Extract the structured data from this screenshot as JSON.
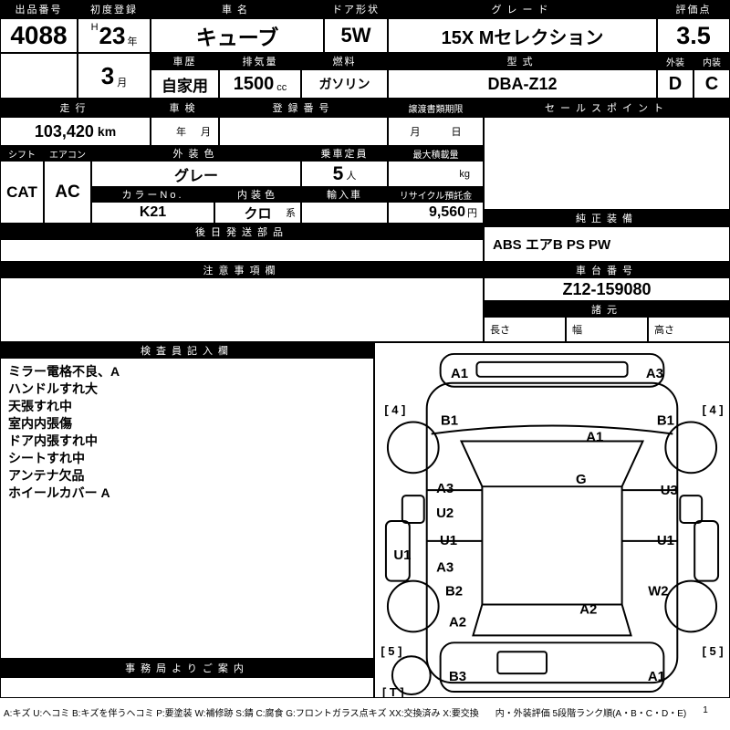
{
  "top": {
    "auction_no_label": "出品番号",
    "auction_no": "4088",
    "first_reg_label": "初度登録",
    "first_reg_era": "H",
    "first_reg_year": "23",
    "year_suffix": "年",
    "first_reg_month": "3",
    "month_suffix": "月",
    "car_name_label": "車名",
    "car_name": "キューブ",
    "door_label": "ドア形状",
    "door": "5W",
    "grade_label": "グレード",
    "grade": "15X Mセレクション",
    "score_label": "評価点",
    "score": "3.5",
    "history_label": "車歴",
    "history": "自家用",
    "displacement_label": "排気量",
    "displacement": "1500",
    "displacement_unit": "cc",
    "fuel_label": "燃料",
    "fuel": "ガソリン",
    "model_label": "型式",
    "model": "DBA-Z12",
    "exterior_label": "外装",
    "interior_label": "内装",
    "exterior_grade": "D",
    "interior_grade": "C"
  },
  "mid": {
    "mileage_label": "走行",
    "mileage": "103,420",
    "mileage_unit": "km",
    "inspection_label": "車検",
    "inspection_year": "年",
    "inspection_month": "月",
    "reg_no_label": "登録番号",
    "transfer_label": "譲渡書類期限",
    "transfer_month": "月",
    "transfer_day": "日",
    "sales_point_label": "セールスポイント"
  },
  "spec": {
    "shift_label": "シフト",
    "shift": "CAT",
    "aircon_label": "エアコン",
    "aircon": "AC",
    "ext_color_label": "外装色",
    "ext_color": "グレー",
    "capacity_label": "乗車定員",
    "capacity": "5",
    "capacity_unit": "人",
    "max_load_label": "最大積載量",
    "max_load_unit": "kg",
    "color_no_label": "カラーNo.",
    "color_no": "K21",
    "int_color_label": "内装色",
    "int_color": "クロ",
    "int_color_suffix": "系",
    "import_label": "輸入車",
    "recycle_label": "リサイクル預託金",
    "recycle_fee": "9,560",
    "recycle_unit": "円",
    "later_parts_label": "後日発送部品"
  },
  "right": {
    "equipment_label": "純正装備",
    "equipment": "ABS エアB PS PW",
    "chassis_label": "車台番号",
    "chassis_no": "Z12-159080",
    "dimensions_label": "諸元",
    "length_label": "長さ",
    "width_label": "幅",
    "height_label": "高さ"
  },
  "notes": {
    "caution_label": "注意事項欄"
  },
  "inspection": {
    "title": "検査員記入欄",
    "notes": [
      "ミラー電格不良、A",
      "ハンドルすれ大",
      "天張すれ中",
      "室内内張傷",
      "ドア内張すれ中",
      "シートすれ中",
      "アンテナ欠品",
      "ホイールカバー A"
    ],
    "office_label": "事務局よりご案内"
  },
  "diagram": {
    "labels": [
      {
        "code": "A1"
      },
      {
        "code": "A3"
      },
      {
        "code": "[ 4 ]"
      },
      {
        "code": "B1"
      },
      {
        "code": "B1"
      },
      {
        "code": "[ 4 ]"
      },
      {
        "code": "A1"
      },
      {
        "code": "A3"
      },
      {
        "code": "U2"
      },
      {
        "code": "G"
      },
      {
        "code": "U3"
      },
      {
        "code": "U1"
      },
      {
        "code": "U1"
      },
      {
        "code": "U1"
      },
      {
        "code": "A3"
      },
      {
        "code": "B2"
      },
      {
        "code": "W2"
      },
      {
        "code": "A2"
      },
      {
        "code": "A2"
      },
      {
        "code": "[ 5 ]"
      },
      {
        "code": "[ 5 ]"
      },
      {
        "code": "B3"
      },
      {
        "code": "A1"
      },
      {
        "code": "[ T ]"
      }
    ]
  },
  "footer": {
    "legend_codes": "A:キズ U:ヘコミ B:キズを伴うヘコミ P:要塗装 W:補修跡 S:錆 C:腐食 G:フロントガラス点キズ XX:交換済み X:要交換",
    "legend_rank": "内・外装評価 5段階ランク順(A・B・C・D・E)",
    "page": "1"
  }
}
